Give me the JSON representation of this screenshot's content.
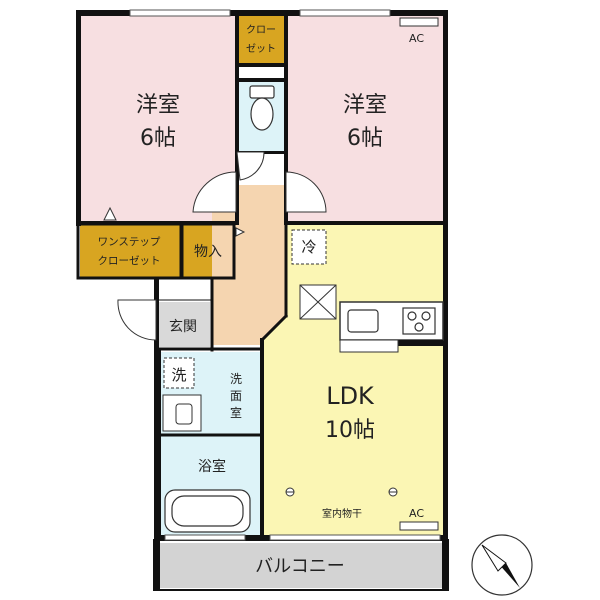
{
  "rooms": {
    "western_left": {
      "name": "洋室",
      "size": "6帖"
    },
    "western_right": {
      "name": "洋室",
      "size": "6帖"
    },
    "closet_top": {
      "line1": "クロー",
      "line2": "ゼット"
    },
    "walkin_closet": {
      "line1": "ワンステップ",
      "line2": "クローゼット"
    },
    "storage": {
      "name": "物入"
    },
    "entrance": {
      "name": "玄関"
    },
    "washroom": {
      "line1": "洗",
      "line2": "面",
      "line3": "室"
    },
    "bathroom": {
      "name": "浴室"
    },
    "ldk": {
      "name": "LDK",
      "size": "10帖"
    },
    "balcony": {
      "name": "バルコニー"
    }
  },
  "symbols": {
    "refrigerator": "冷",
    "washing_machine": "洗",
    "aircon_right": "AC",
    "aircon_ldk": "AC",
    "indoor_drying": "室内物干"
  },
  "colors": {
    "western_room": "#f7dfe1",
    "ldk": "#fbf6b4",
    "hall": "#f5d5b0",
    "closet": "#d8a521",
    "wet_area": "#ddf3f8",
    "balcony": "#d3d3d3",
    "wall": "#111111"
  },
  "icons": [
    "compass-north-arrow-icon",
    "sink-icon",
    "stove-icon",
    "toilet-icon",
    "bathtub-icon",
    "vanity-sink-icon",
    "door-swing-icon"
  ]
}
